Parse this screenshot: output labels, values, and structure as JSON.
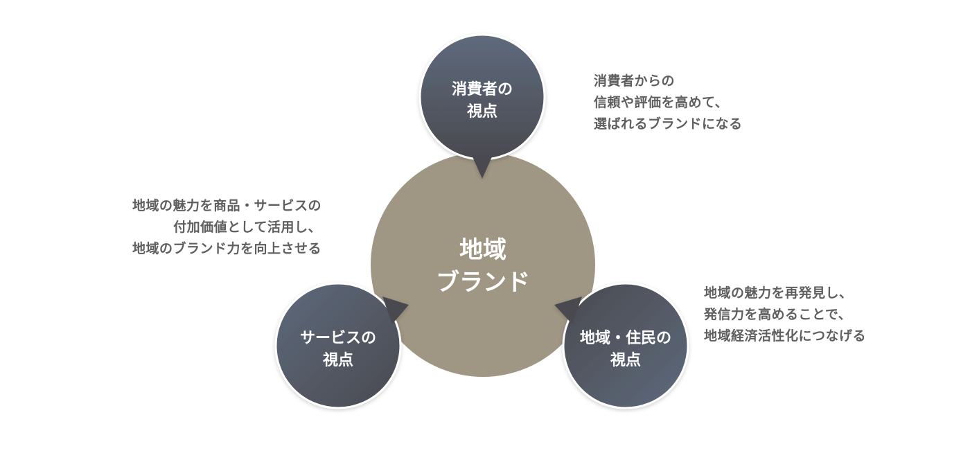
{
  "center": {
    "line1": "地域",
    "line2": "ブランド",
    "color": "#a09684"
  },
  "nodes": {
    "consumer": {
      "line1": "消費者の",
      "line2": "視点"
    },
    "service": {
      "line1": "サービスの",
      "line2": "視点"
    },
    "region": {
      "line1": "地域・住民の",
      "line2": "視点"
    }
  },
  "node_gradient": {
    "from": "#5e6a7c",
    "to": "#4a4a50"
  },
  "descriptions": {
    "consumer": [
      "消費者からの",
      "信頼や評価を高めて、",
      "選ばれるブランドになる"
    ],
    "service": [
      "地域の魅力を商品・サービスの",
      "付加価値として活用し、",
      "地域のブランド力を向上させる"
    ],
    "region": [
      "地域の魅力を再発見し、",
      "発信力を高めることで、",
      "地域経済活性化につなげる"
    ]
  },
  "text_color": "#5f5f5f"
}
